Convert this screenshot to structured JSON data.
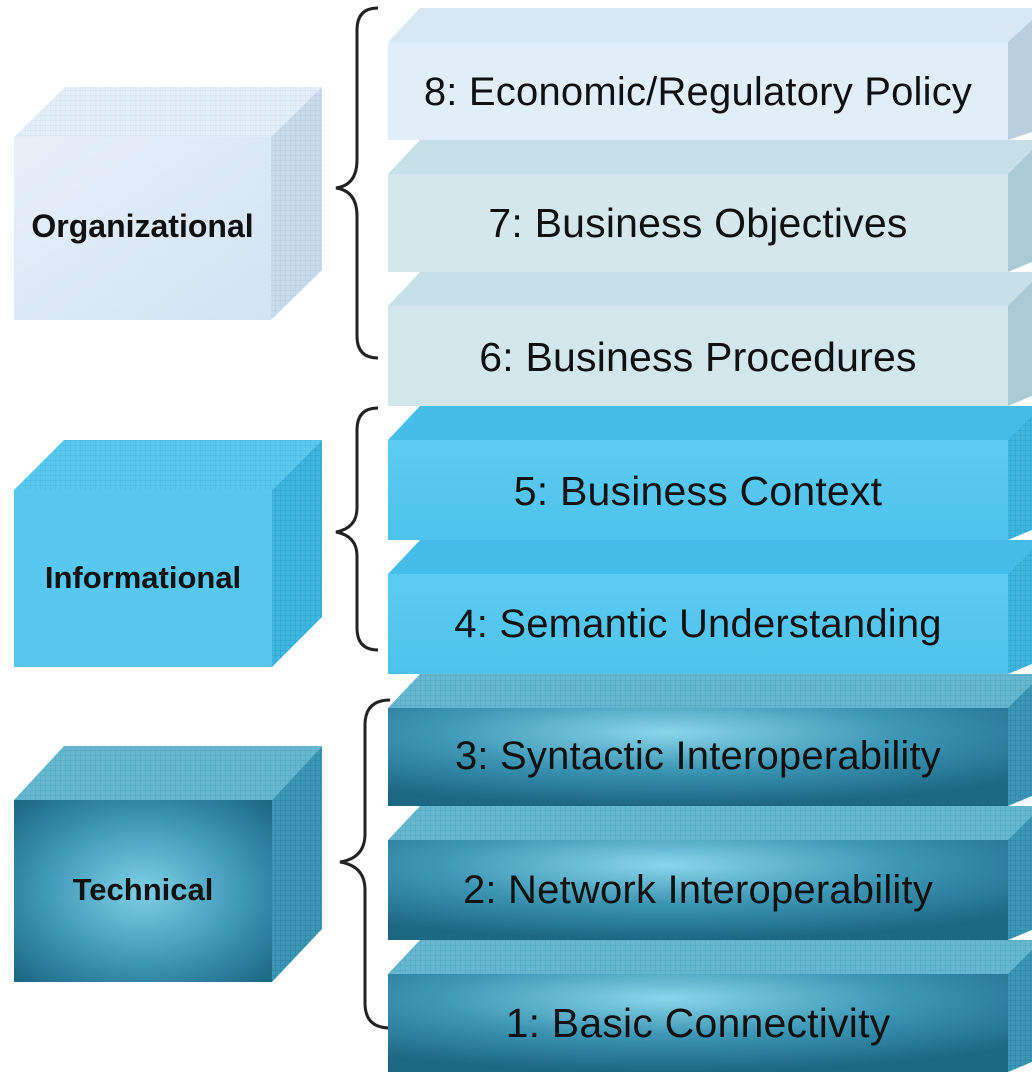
{
  "categories": [
    {
      "id": "organizational",
      "label": "Organizational",
      "layers": [
        8,
        7,
        6
      ]
    },
    {
      "id": "informational",
      "label": "Informational",
      "layers": [
        5,
        4
      ]
    },
    {
      "id": "technical",
      "label": "Technical",
      "layers": [
        3,
        2,
        1
      ]
    }
  ],
  "layers": [
    {
      "number": 8,
      "label": "8: Economic/Regulatory Policy",
      "category": "organizational"
    },
    {
      "number": 7,
      "label": "7: Business Objectives",
      "category": "organizational"
    },
    {
      "number": 6,
      "label": "6: Business Procedures",
      "category": "organizational"
    },
    {
      "number": 5,
      "label": "5: Business Context",
      "category": "informational"
    },
    {
      "number": 4,
      "label": "4: Semantic Understanding",
      "category": "informational"
    },
    {
      "number": 3,
      "label": "3: Syntactic Interoperability",
      "category": "technical"
    },
    {
      "number": 2,
      "label": "2: Network Interoperability",
      "category": "technical"
    },
    {
      "number": 1,
      "label": "1: Basic Connectivity",
      "category": "technical"
    }
  ],
  "colors": {
    "organizational_front": "#dbe9f5",
    "organizational_layer_8": "#e2eef8",
    "organizational_layer_7": "#d4e8ee",
    "organizational_layer_6": "#d2e7ec",
    "informational": "#56c6ee",
    "technical_dark": "#1f6d88",
    "technical_light": "#5fb8d4"
  }
}
